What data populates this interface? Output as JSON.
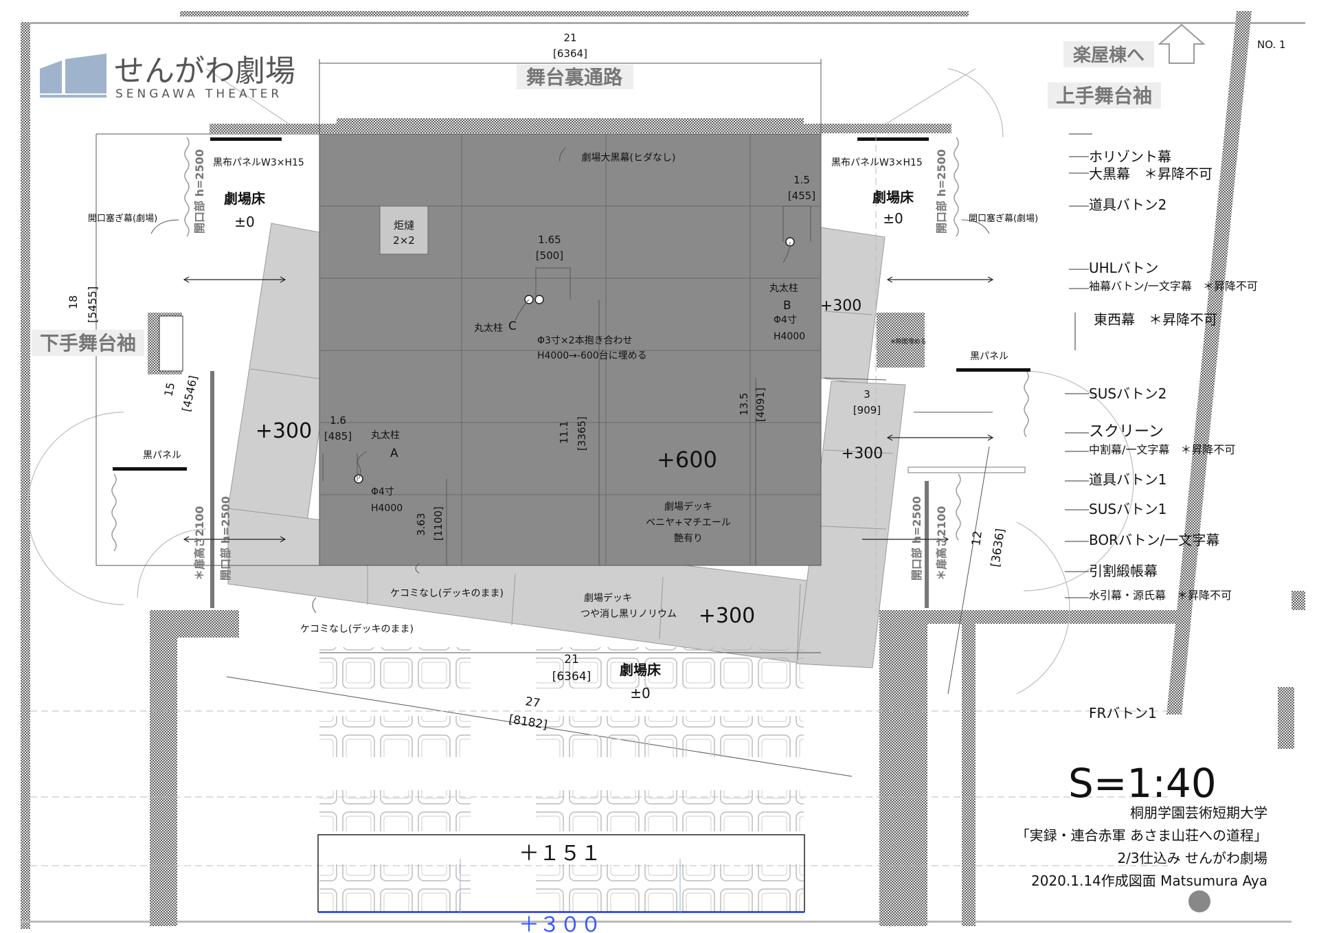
{
  "logo": {
    "main": "せんがわ劇場",
    "sub": "SENGAWA THEATER"
  },
  "sheet_number": "NO. 1",
  "zones": {
    "back_passage": "舞台裏通路",
    "stage_left_wing": "下手舞台袖",
    "stage_right_wing": "上手舞台袖",
    "dressing_room": "楽屋棟へ"
  },
  "panels": {
    "left_top": "黒布パネルW3×H15",
    "right_top": "黒布パネルW3×H15",
    "left_black_panel": "黒パネル",
    "right_black_panel": "黒パネル"
  },
  "floor": {
    "left_label": "劇場床",
    "left_value": "±0",
    "right_label": "劇場床",
    "right_value": "±0",
    "bottom_label": "劇場床",
    "bottom_value": "±0"
  },
  "openings": {
    "left_curtain": "開口塞ぎ幕(劇場)",
    "right_curtain": "開口塞ぎ幕(劇場)",
    "opening_h2500_a": "開口部 h=2500",
    "opening_h2500_b": "開口部 h=2500",
    "opening_h2500_c": "開口部 h=2500",
    "opening_h2500_d": "開口部 h=2500",
    "door_left": "＊扉高さ2100",
    "door_right": "＊扉高さ2100",
    "right_note": "※隙間埋める"
  },
  "stage": {
    "curtain": "劇場大黒幕(ヒダなし)",
    "trap_a": "炬燵",
    "trap_b": "2×2",
    "height_main": "+600",
    "deck_a": "劇場デッキ",
    "deck_b": "ベニヤ+マチエール",
    "deck_c": "艶有り",
    "pillar_a_name": "丸太柱",
    "pillar_a_letter": "A",
    "pillar_a_dia": "Φ4寸",
    "pillar_a_h": "H4000",
    "pillar_b_name": "丸太柱",
    "pillar_b_letter": "B",
    "pillar_b_dia": "Φ4寸",
    "pillar_b_h": "H4000",
    "pillar_c_name": "丸太柱",
    "pillar_c_letter": "C",
    "pillar_c_note1": "Φ3寸×2本抱き合わせ",
    "pillar_c_note2": "H4000→-600台に埋める"
  },
  "platforms": {
    "left_height": "+300",
    "right_upper_height": "+300",
    "right_lower_height": "+300",
    "front_height": "+300",
    "front_deck_a": "劇場デッキ",
    "front_deck_b": "つや消し黒リノリウム",
    "kekomi_a": "ケコミなし(デッキのまま)",
    "kekomi_b": "ケコミなし(デッキのまま)"
  },
  "dimensions": {
    "top_width_a": "21",
    "top_width_b": "[6364]",
    "left_depth_a": "18",
    "left_depth_b": "[5455]",
    "left_side_a": "15",
    "left_side_b": "[4546]",
    "d1_a": "1.6",
    "d1_b": "[485]",
    "d2_a": "1.65",
    "d2_b": "[500]",
    "d3_a": "1.5",
    "d3_b": "[455]",
    "d4_a": "11.1",
    "d4_b": "[3365]",
    "d5_a": "13.5",
    "d5_b": "[4091]",
    "d6_a": "3.63",
    "d6_b": "[1100]",
    "d7_a": "3",
    "d7_b": "[909]",
    "d8_a": "12",
    "d8_b": "[3636]",
    "bottom_width_a": "21",
    "bottom_width_b": "[6364]",
    "diag_a": "27",
    "diag_b": "[8182]"
  },
  "audience": {
    "level_151": "＋１５１",
    "level_300": "＋３００"
  },
  "battens": [
    "ホリゾント幕",
    "大黒幕　＊昇降不可",
    "道具バトン2",
    "UHLバトン",
    "袖幕バトン/一文字幕　＊昇降不可",
    "東西幕　＊昇降不可",
    "SUSバトン2",
    "スクリーン",
    "中割幕/一文字幕　＊昇降不可",
    "道具バトン1",
    "SUSバトン1",
    "BORバトン/一文字幕",
    "引割緞帳幕",
    "水引幕・源氏幕　＊昇降不可",
    "FRバトン1"
  ],
  "title_block": {
    "scale": "S=1:40",
    "school": "桐朋学園芸術短期大学",
    "production": "「実録・連合赤軍 あさま山荘への道程」",
    "date_venue": "2/3仕込み せんがわ劇場",
    "author": "2020.1.14作成図面 Matsumura Aya"
  },
  "colors": {
    "stage_gray": "#8a8a8a",
    "platform_gray": "#cfcfcf",
    "logo_blue": "#9fb3cc",
    "accent_blue": "#3355ff"
  }
}
